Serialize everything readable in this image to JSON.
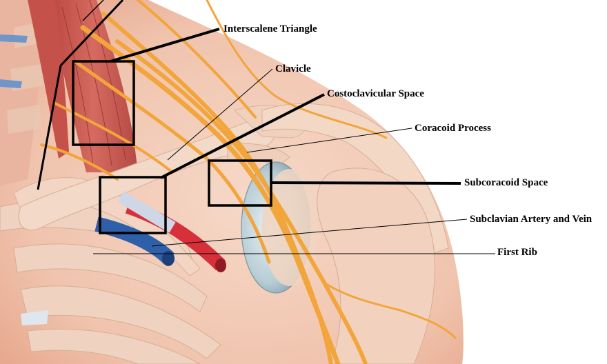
{
  "labels": {
    "interscalene": "Interscalene Triangle",
    "clavicle": "Clavicle",
    "costoclavicular": "Costoclavicular Space",
    "coracoid": "Coracoid Process",
    "subcoracoid": "Subcoracoid Space",
    "subclavian": "Subclavian Artery and Vein",
    "first_rib": "First Rib"
  },
  "colors": {
    "skin": "#f2c9b5",
    "bone": "#f0cdb7",
    "muscle": "#c85a52",
    "nerve": "#f3a73a",
    "artery": "#d8313a",
    "vein": "#3d6fb8",
    "box": "#000000"
  }
}
